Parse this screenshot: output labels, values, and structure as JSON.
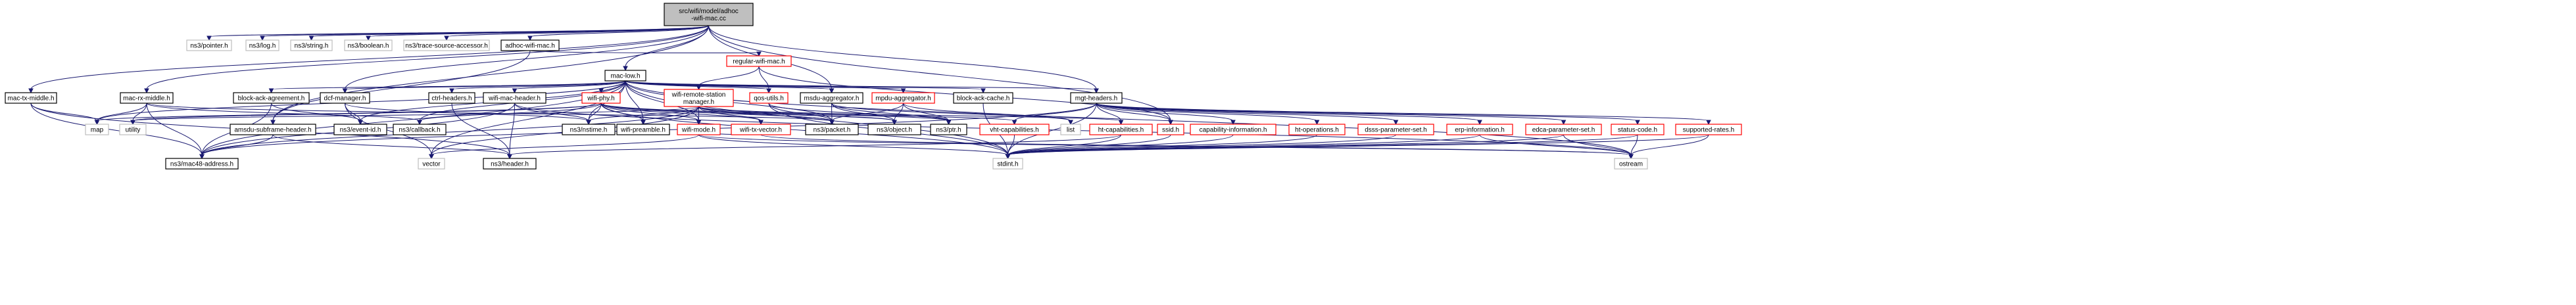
{
  "graph": {
    "root": {
      "label": "src/wifi/model/adhoc-wifi-mac.cc",
      "lines": [
        "src/wifi/model/adhoc",
        "-wifi-mac.cc"
      ]
    },
    "colors": {
      "edge": "#191970",
      "root_fill": "#bfbfbf",
      "ext_border": "#bfbfbf",
      "red_border": "#ff0000",
      "plain_border": "#000000"
    },
    "nodes": {
      "root": {
        "lines": [
          "src/wifi/model/adhoc",
          "-wifi-mac.cc"
        ]
      },
      "ns3_pointer": {
        "lines": [
          "ns3/pointer.h"
        ]
      },
      "ns3_log": {
        "lines": [
          "ns3/log.h"
        ]
      },
      "ns3_string": {
        "lines": [
          "ns3/string.h"
        ]
      },
      "ns3_boolean": {
        "lines": [
          "ns3/boolean.h"
        ]
      },
      "ns3_trace": {
        "lines": [
          "ns3/trace-source-accessor.h"
        ]
      },
      "adhoc_wifi_mac": {
        "lines": [
          "adhoc-wifi-mac.h"
        ]
      },
      "regular_wifi_mac": {
        "lines": [
          "regular-wifi-mac.h"
        ]
      },
      "mac_low": {
        "lines": [
          "mac-low.h"
        ]
      },
      "mac_tx_middle": {
        "lines": [
          "mac-tx-middle.h"
        ]
      },
      "mac_rx_middle": {
        "lines": [
          "mac-rx-middle.h"
        ]
      },
      "block_ack_agreement": {
        "lines": [
          "block-ack-agreement.h"
        ]
      },
      "dcf_manager": {
        "lines": [
          "dcf-manager.h"
        ]
      },
      "ctrl_headers": {
        "lines": [
          "ctrl-headers.h"
        ]
      },
      "wifi_mac_header": {
        "lines": [
          "wifi-mac-header.h"
        ]
      },
      "wifi_phy": {
        "lines": [
          "wifi-phy.h"
        ]
      },
      "wifi_remote_station_manager": {
        "lines": [
          "wifi-remote-station",
          "manager.h"
        ]
      },
      "qos_utils": {
        "lines": [
          "qos-utils.h"
        ]
      },
      "msdu_aggregator": {
        "lines": [
          "msdu-aggregator.h"
        ]
      },
      "mpdu_aggregator": {
        "lines": [
          "mpdu-aggregator.h"
        ]
      },
      "block_ack_cache": {
        "lines": [
          "block-ack-cache.h"
        ]
      },
      "mgt_headers": {
        "lines": [
          "mgt-headers.h"
        ]
      },
      "map": {
        "lines": [
          "map"
        ]
      },
      "utility": {
        "lines": [
          "utility"
        ]
      },
      "amsdu_subframe_header": {
        "lines": [
          "amsdu-subframe-header.h"
        ]
      },
      "ns3_event_id": {
        "lines": [
          "ns3/event-id.h"
        ]
      },
      "ns3_callback": {
        "lines": [
          "ns3/callback.h"
        ]
      },
      "ns3_nstime": {
        "lines": [
          "ns3/nstime.h"
        ]
      },
      "wifi_preamble": {
        "lines": [
          "wifi-preamble.h"
        ]
      },
      "wifi_mode": {
        "lines": [
          "wifi-mode.h"
        ]
      },
      "wifi_tx_vector": {
        "lines": [
          "wifi-tx-vector.h"
        ]
      },
      "ns3_packet": {
        "lines": [
          "ns3/packet.h"
        ]
      },
      "ns3_object": {
        "lines": [
          "ns3/object.h"
        ]
      },
      "ns3_ptr": {
        "lines": [
          "ns3/ptr.h"
        ]
      },
      "vht_capabilities": {
        "lines": [
          "vht-capabilities.h"
        ]
      },
      "list": {
        "lines": [
          "list"
        ]
      },
      "ht_capabilities": {
        "lines": [
          "ht-capabilities.h"
        ]
      },
      "ssid": {
        "lines": [
          "ssid.h"
        ]
      },
      "capability_information": {
        "lines": [
          "capability-information.h"
        ]
      },
      "ht_operations": {
        "lines": [
          "ht-operations.h"
        ]
      },
      "dsss_parameter_set": {
        "lines": [
          "dsss-parameter-set.h"
        ]
      },
      "erp_information": {
        "lines": [
          "erp-information.h"
        ]
      },
      "edca_parameter_set": {
        "lines": [
          "edca-parameter-set.h"
        ]
      },
      "status_code": {
        "lines": [
          "status-code.h"
        ]
      },
      "supported_rates": {
        "lines": [
          "supported-rates.h"
        ]
      },
      "ns3_mac48": {
        "lines": [
          "ns3/mac48-address.h"
        ]
      },
      "vector": {
        "lines": [
          "vector"
        ]
      },
      "ns3_header": {
        "lines": [
          "ns3/header.h"
        ]
      },
      "stdint": {
        "lines": [
          "stdint.h"
        ]
      },
      "ostream": {
        "lines": [
          "ostream"
        ]
      }
    },
    "edges": [
      [
        "root",
        "ns3_pointer"
      ],
      [
        "root",
        "ns3_log"
      ],
      [
        "root",
        "ns3_string"
      ],
      [
        "root",
        "ns3_boolean"
      ],
      [
        "root",
        "ns3_trace"
      ],
      [
        "root",
        "adhoc_wifi_mac"
      ],
      [
        "root",
        "mac_low"
      ],
      [
        "root",
        "mac_tx_middle"
      ],
      [
        "root",
        "mac_rx_middle"
      ],
      [
        "root",
        "dcf_manager"
      ],
      [
        "root",
        "amsdu_subframe_header"
      ],
      [
        "root",
        "msdu_aggregator"
      ],
      [
        "root",
        "mgt_headers"
      ],
      [
        "root",
        "ssid"
      ],
      [
        "adhoc_wifi_mac",
        "regular_wifi_mac"
      ],
      [
        "adhoc_wifi_mac",
        "amsdu_subframe_header"
      ],
      [
        "regular_wifi_mac",
        "wifi_remote_station_manager"
      ],
      [
        "regular_wifi_mac",
        "qos_utils"
      ],
      [
        "regular_wifi_mac",
        "ssid"
      ],
      [
        "mac_low",
        "block_ack_agreement"
      ],
      [
        "mac_low",
        "dcf_manager"
      ],
      [
        "mac_low",
        "ctrl_headers"
      ],
      [
        "mac_low",
        "wifi_mac_header"
      ],
      [
        "mac_low",
        "wifi_phy"
      ],
      [
        "mac_low",
        "wifi_remote_station_manager"
      ],
      [
        "mac_low",
        "qos_utils"
      ],
      [
        "mac_low",
        "msdu_aggregator"
      ],
      [
        "mac_low",
        "mpdu_aggregator"
      ],
      [
        "mac_low",
        "block_ack_cache"
      ],
      [
        "mac_low",
        "mgt_headers"
      ],
      [
        "mac_low",
        "map"
      ],
      [
        "mac_low",
        "vector"
      ],
      [
        "mac_low",
        "ns3_callback"
      ],
      [
        "mac_low",
        "ns3_event_id"
      ],
      [
        "mac_low",
        "ns3_nstime"
      ],
      [
        "mac_low",
        "wifi_preamble"
      ],
      [
        "mac_low",
        "wifi_mode"
      ],
      [
        "mac_low",
        "ns3_packet"
      ],
      [
        "mac_low",
        "ns3_mac48"
      ],
      [
        "mac_low",
        "ostream"
      ],
      [
        "mac_low",
        "stdint"
      ],
      [
        "mac_tx_middle",
        "map"
      ],
      [
        "mac_tx_middle",
        "ns3_mac48"
      ],
      [
        "mac_tx_middle",
        "ns3_header"
      ],
      [
        "mac_rx_middle",
        "map"
      ],
      [
        "mac_rx_middle",
        "utility"
      ],
      [
        "mac_rx_middle",
        "ns3_callback"
      ],
      [
        "mac_rx_middle",
        "ns3_mac48"
      ],
      [
        "mac_rx_middle",
        "ns3_packet"
      ],
      [
        "block_ack_agreement",
        "ns3_mac48"
      ],
      [
        "block_ack_agreement",
        "ns3_event_id"
      ],
      [
        "dcf_manager",
        "ns3_nstime"
      ],
      [
        "dcf_manager",
        "ns3_event_id"
      ],
      [
        "dcf_manager",
        "vector"
      ],
      [
        "ctrl_headers",
        "ns3_header"
      ],
      [
        "wifi_mac_header",
        "ns3_header"
      ],
      [
        "wifi_mac_header",
        "ns3_mac48"
      ],
      [
        "wifi_mac_header",
        "ns3_nstime"
      ],
      [
        "wifi_mac_header",
        "ostream"
      ],
      [
        "wifi_phy",
        "map"
      ],
      [
        "wifi_phy",
        "utility"
      ],
      [
        "wifi_phy",
        "ns3_callback"
      ],
      [
        "wifi_phy",
        "ns3_packet"
      ],
      [
        "wifi_phy",
        "ns3_object"
      ],
      [
        "wifi_phy",
        "ns3_nstime"
      ],
      [
        "wifi_phy",
        "ns3_ptr"
      ],
      [
        "wifi_phy",
        "wifi_preamble"
      ],
      [
        "wifi_phy",
        "wifi_mode"
      ],
      [
        "wifi_phy",
        "wifi_tx_vector"
      ],
      [
        "wifi_phy",
        "stdint"
      ],
      [
        "wifi_remote_station_manager",
        "vector"
      ],
      [
        "wifi_remote_station_manager",
        "utility"
      ],
      [
        "wifi_remote_station_manager",
        "ns3_mac48"
      ],
      [
        "wifi_remote_station_manager",
        "ns3_packet"
      ],
      [
        "wifi_remote_station_manager",
        "ns3_object"
      ],
      [
        "wifi_remote_station_manager",
        "ns3_nstime"
      ],
      [
        "wifi_remote_station_manager",
        "wifi_mode"
      ],
      [
        "wifi_remote_station_manager",
        "wifi_tx_vector"
      ],
      [
        "wifi_remote_station_manager",
        "ht_capabilities"
      ],
      [
        "wifi_remote_station_manager",
        "vht_capabilities"
      ],
      [
        "qos_utils",
        "ns3_packet"
      ],
      [
        "qos_utils",
        "ns3_ptr"
      ],
      [
        "qos_utils",
        "stdint"
      ],
      [
        "msdu_aggregator",
        "ns3_ptr"
      ],
      [
        "msdu_aggregator",
        "ns3_packet"
      ],
      [
        "msdu_aggregator",
        "ns3_object"
      ],
      [
        "msdu_aggregator",
        "list"
      ],
      [
        "mpdu_aggregator",
        "ns3_ptr"
      ],
      [
        "mpdu_aggregator",
        "ns3_packet"
      ],
      [
        "mpdu_aggregator",
        "ns3_object"
      ],
      [
        "mpdu_aggregator",
        "list"
      ],
      [
        "block_ack_cache",
        "stdint"
      ],
      [
        "mgt_headers",
        "ns3_mac48"
      ],
      [
        "mgt_headers",
        "status_code"
      ],
      [
        "mgt_headers",
        "capability_information"
      ],
      [
        "mgt_headers",
        "supported_rates"
      ],
      [
        "mgt_headers",
        "ssid"
      ],
      [
        "mgt_headers",
        "dsss_parameter_set"
      ],
      [
        "mgt_headers",
        "ht_capabilities"
      ],
      [
        "mgt_headers",
        "ht_operations"
      ],
      [
        "mgt_headers",
        "vht_capabilities"
      ],
      [
        "mgt_headers",
        "erp_information"
      ],
      [
        "mgt_headers",
        "edca_parameter_set"
      ],
      [
        "mgt_headers",
        "stdint"
      ],
      [
        "amsdu_subframe_header",
        "ns3_header"
      ],
      [
        "amsdu_subframe_header",
        "ns3_mac48"
      ],
      [
        "wifi_mode",
        "stdint"
      ],
      [
        "wifi_mode",
        "ostream"
      ],
      [
        "wifi_mode",
        "vector"
      ],
      [
        "wifi_tx_vector",
        "wifi_mode"
      ],
      [
        "wifi_tx_vector",
        "ostream"
      ],
      [
        "vht_capabilities",
        "stdint"
      ],
      [
        "ht_capabilities",
        "stdint"
      ],
      [
        "ht_capabilities",
        "ns3_header"
      ],
      [
        "ssid",
        "stdint"
      ],
      [
        "capability_information",
        "stdint"
      ],
      [
        "ht_operations",
        "stdint"
      ],
      [
        "dsss_parameter_set",
        "stdint"
      ],
      [
        "erp_information",
        "stdint"
      ],
      [
        "erp_information",
        "ostream"
      ],
      [
        "edca_parameter_set",
        "stdint"
      ],
      [
        "edca_parameter_set",
        "ostream"
      ],
      [
        "status_code",
        "stdint"
      ],
      [
        "status_code",
        "ostream"
      ],
      [
        "supported_rates",
        "stdint"
      ],
      [
        "supported_rates",
        "ostream"
      ]
    ]
  }
}
